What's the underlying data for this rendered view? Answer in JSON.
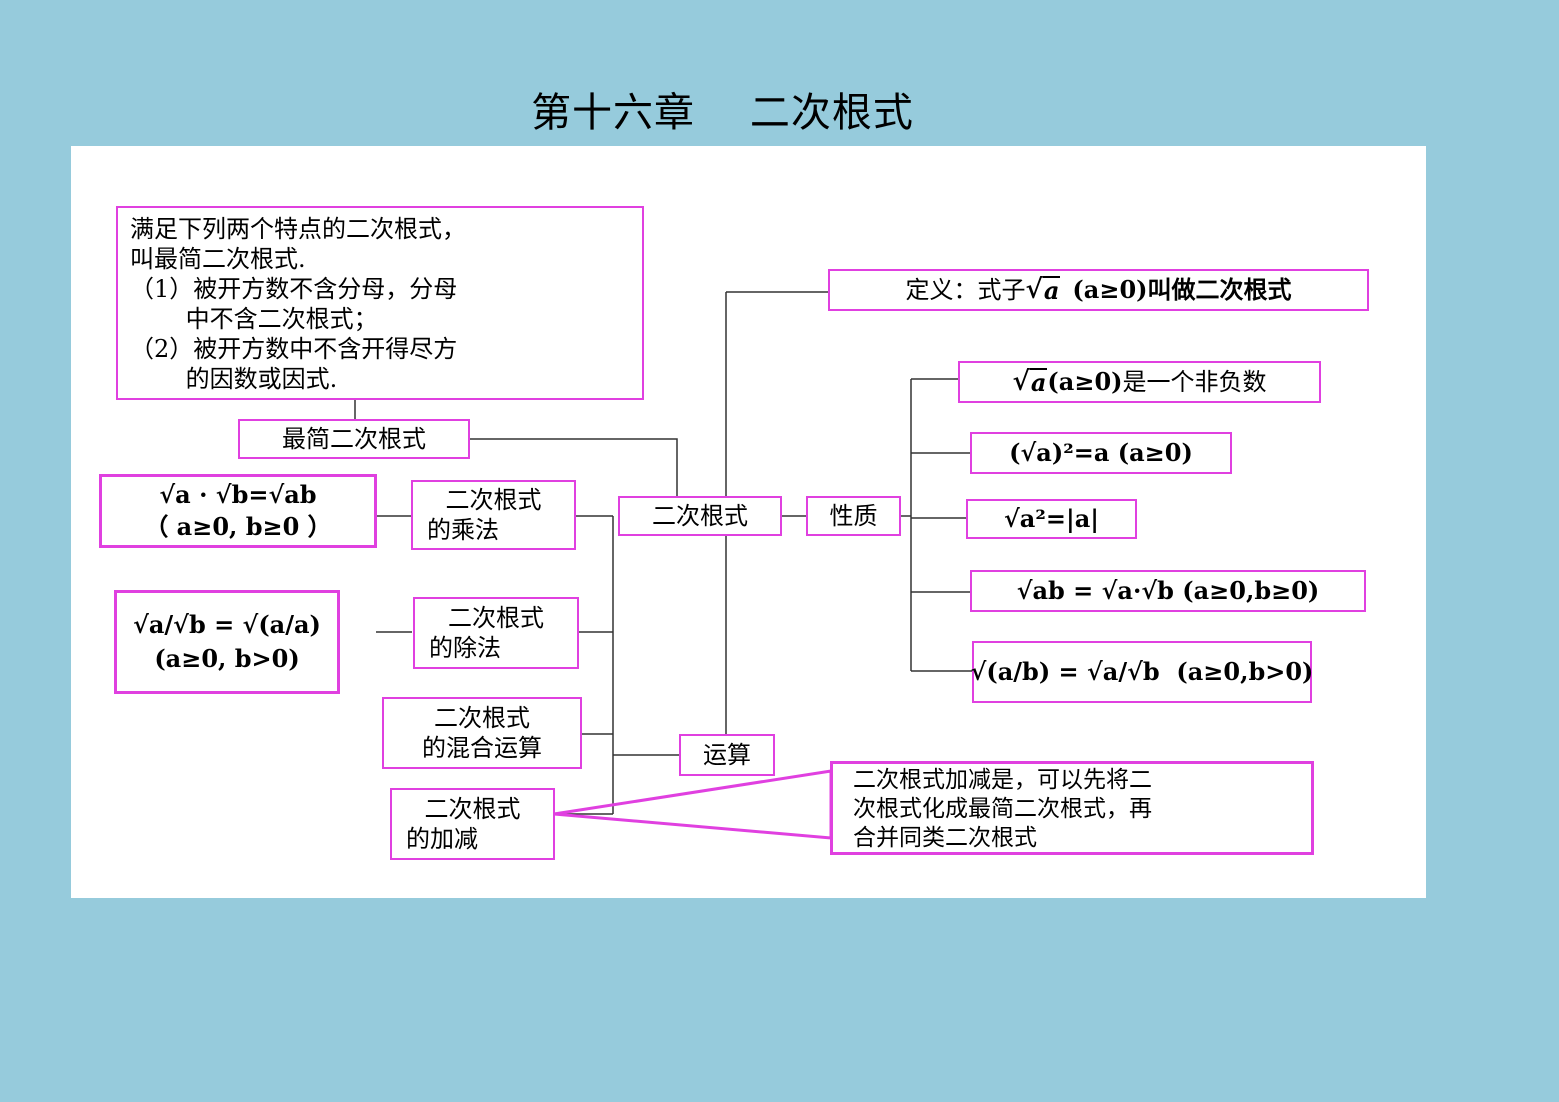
{
  "page": {
    "title": "第十六章    二次根式"
  },
  "diagram": {
    "center": "二次根式",
    "definition": {
      "prefix": "定义：式子",
      "radicand": "a",
      "cond": "(a≥0)",
      "suffix": "叫做二次根式"
    },
    "properties": {
      "label": "性质",
      "p1": {
        "radicand": "a",
        "cond": "(a≥0)",
        "text": "是一个非负数"
      },
      "p2": {
        "formula": "(√a)²=a",
        "cond": "(a≥0)"
      },
      "p3": {
        "formula": "√a²=|a|"
      },
      "p4": {
        "formula": "√ab = √a·√b",
        "cond": "(a≥0,b≥0)"
      },
      "p5": {
        "formula": "√(a/b) = √a/√b",
        "cond": "(a≥0,b>0)"
      }
    },
    "simplest": {
      "label": "最简二次根式",
      "def_lines": [
        "满足下列两个特点的二次根式，",
        "叫最简二次根式.",
        "（1）被开方数不含分母，分母",
        "　　 中不含二次根式；",
        "（2）被开方数中不含开得尽方",
        "　　 的因数或因式."
      ]
    },
    "operations": {
      "label": "运算",
      "multiply": {
        "label_lines": [
          "二次根式",
          "的乘法"
        ],
        "formula": "√a · √b=√ab",
        "cond": "（ a≥0, b≥0 ）"
      },
      "divide": {
        "label_lines": [
          "二次根式",
          "的除法"
        ],
        "formula": "√a/√b = √(a/a)",
        "cond": "(a≥0, b>0)"
      },
      "mixed": {
        "label_lines": [
          "二次根式",
          "的混合运算"
        ]
      },
      "addsub": {
        "label_lines": [
          "二次根式",
          "的加减"
        ],
        "note_lines": [
          "二次根式加减是，可以先将二",
          "次根式化成最简二次根式，再",
          "合并同类二次根式"
        ]
      }
    }
  }
}
